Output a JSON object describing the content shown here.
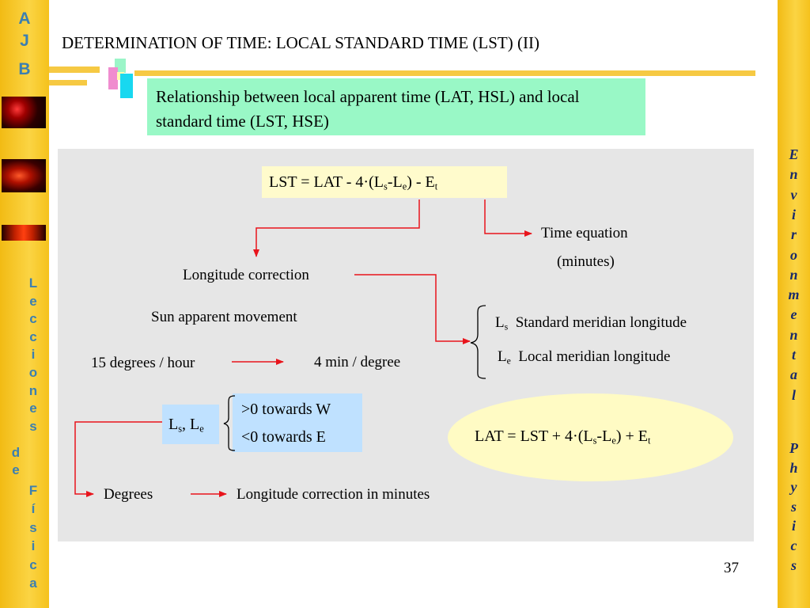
{
  "sidebar": {
    "brand_letters": [
      "A",
      "J",
      "B"
    ],
    "vertical_text_1": [
      "L",
      "e",
      "c",
      "c",
      "i",
      "o",
      "n",
      "e",
      "s"
    ],
    "vertical_text_2": [
      "d",
      "e"
    ],
    "vertical_text_3": [
      "F",
      "í",
      "s",
      "i",
      "c",
      "a"
    ]
  },
  "right_sidebar": {
    "word_1": [
      "E",
      "n",
      "v",
      "i",
      "r",
      "o",
      "n",
      "m",
      "e",
      "n",
      "t",
      "a",
      "l"
    ],
    "word_2": [
      "P",
      "h",
      "y",
      "s",
      "i",
      "c",
      "s"
    ]
  },
  "slide": {
    "title": "DETERMINATION OF TIME: LOCAL STANDARD TIME (LST) (II)",
    "subtitle": "Relationship between local apparent time (LAT, HSL) and local standard time (LST, HSE)",
    "page_number": "37"
  },
  "diagram": {
    "formula_main": {
      "p1": "LST = LAT  - 4·(L",
      "s": "s",
      "p2": "-L",
      "e": "e",
      "p3": ")  - E",
      "t": "t"
    },
    "time_equation": "Time equation",
    "minutes": "(minutes)",
    "longitude_correction": "Longitude correction",
    "sun_apparent_movement": "Sun apparent movement",
    "degrees_per_hour": "15 degrees / hour",
    "min_per_degree": "4 min / degree",
    "ls_label": "L",
    "ls_sub": "s",
    "ls_desc": "Standard meridian longitude",
    "le_label": "L",
    "le_sub": "e",
    "le_desc": "Local meridian longitude",
    "lsle_box": {
      "p1": "L",
      "s": "s",
      "p2": ", L",
      "e": "e"
    },
    "towards_w": ">0 towards W",
    "towards_e": "<0 towards E",
    "formula_lat": {
      "p1": "LAT = LST + 4·(L",
      "s": "s",
      "p2": "-L",
      "e": "e",
      "p3": ") + E",
      "t": "t"
    },
    "degrees": "Degrees",
    "longitude_correction_minutes": "Longitude correction in minutes"
  },
  "colors": {
    "sidebar_gold": "#f5c21c",
    "sidebar_text": "#3c7fb0",
    "right_text": "#1a2a6a",
    "subtitle_bg": "#99f8c6",
    "panel_bg": "#e6e6e6",
    "formula_bg": "#fffbcc",
    "blue_box_bg": "#bfe1ff",
    "arrow_red": "#e8141c"
  }
}
